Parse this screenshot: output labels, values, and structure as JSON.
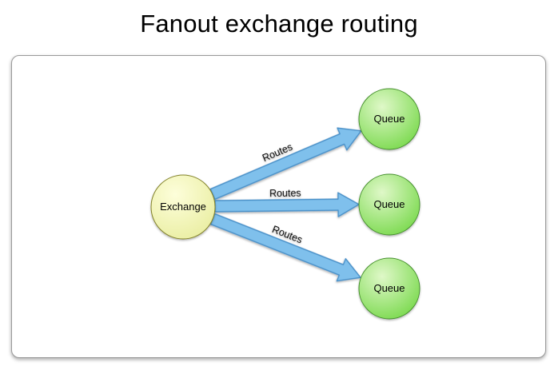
{
  "title": "Fanout exchange routing",
  "diagram": {
    "exchange": {
      "label": "Exchange"
    },
    "queues": [
      {
        "label": "Queue"
      },
      {
        "label": "Queue"
      },
      {
        "label": "Queue"
      }
    ],
    "routes": [
      {
        "label": "Routes"
      },
      {
        "label": "Routes"
      },
      {
        "label": "Routes"
      }
    ],
    "colors": {
      "exchange_fill": "#e9eda0",
      "exchange_highlight": "#fdfeda",
      "exchange_border": "#84842c",
      "queue_fill": "#77d84a",
      "queue_highlight": "#dff8c8",
      "queue_border": "#47912f",
      "arrow_fill": "#7fc0ec",
      "arrow_border": "#4a90c8"
    }
  }
}
